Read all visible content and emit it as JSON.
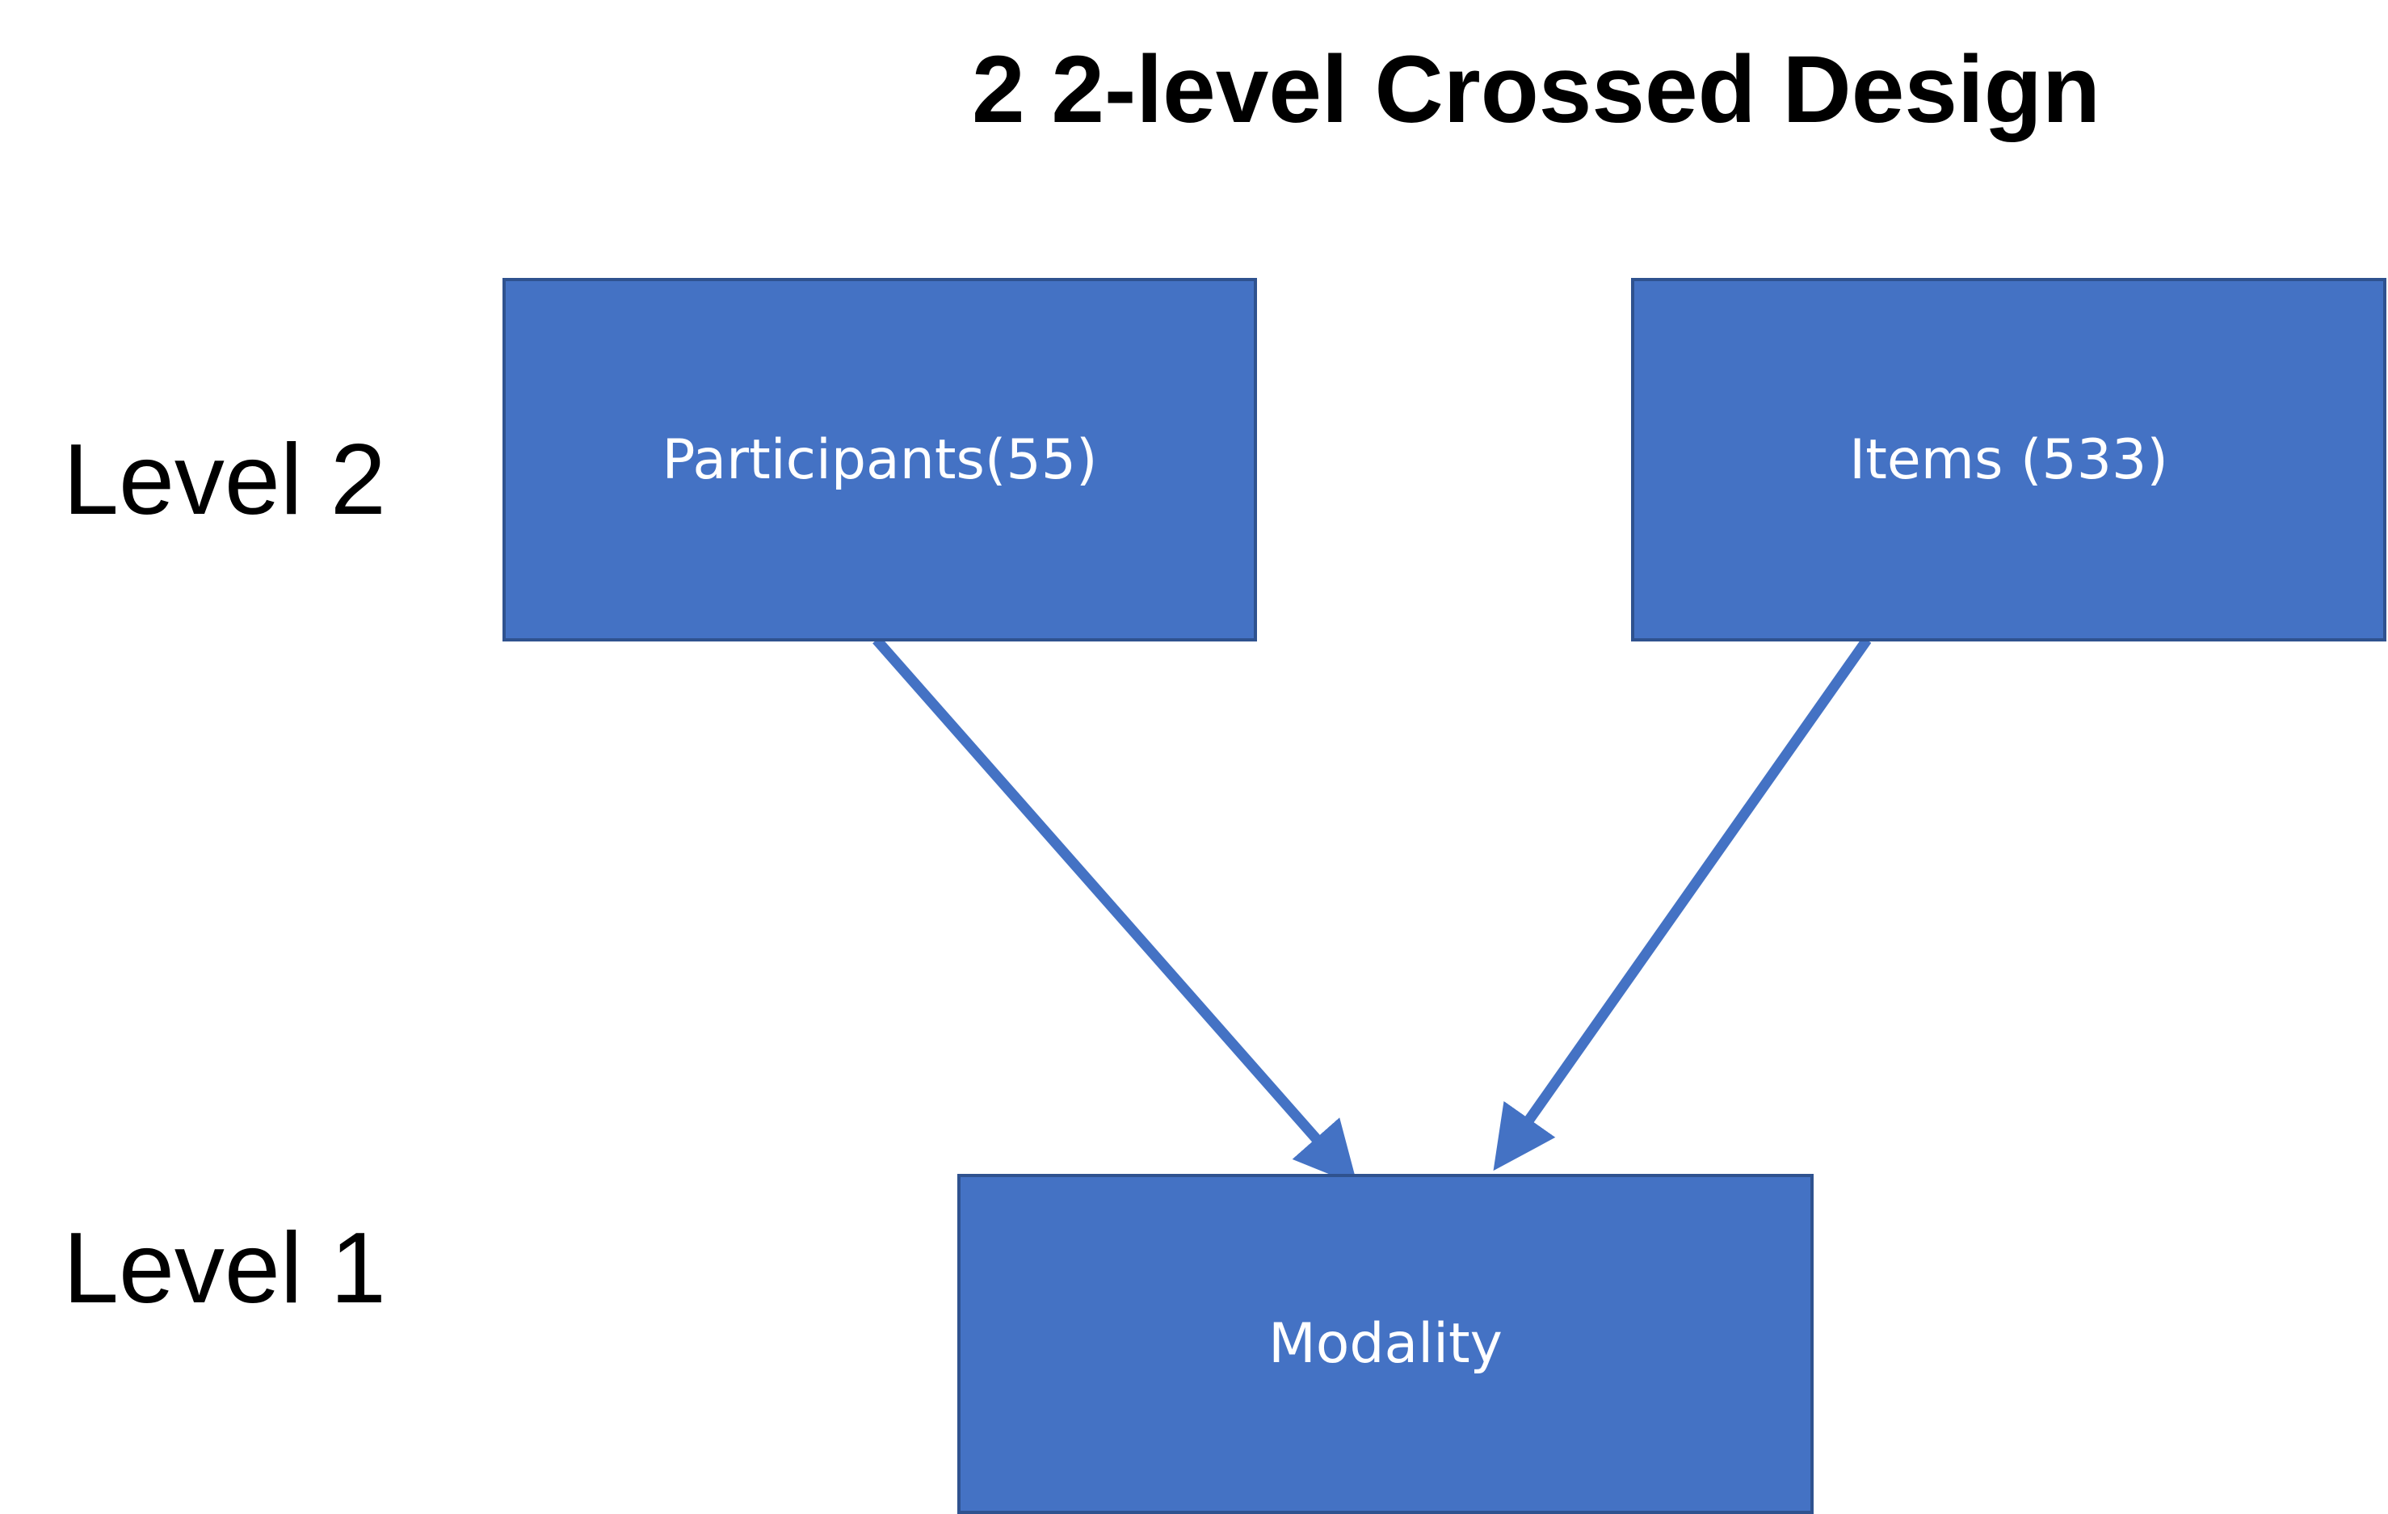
{
  "title": "2 2-level Crossed Design",
  "levels": {
    "level2": "Level 2",
    "level1": "Level 1"
  },
  "nodes": {
    "participants": "Participants(55)",
    "items": "Items (533)",
    "modality": "Modality"
  },
  "edges": [
    {
      "from": "participants",
      "to": "modality"
    },
    {
      "from": "items",
      "to": "modality"
    }
  ],
  "colors": {
    "box_fill": "#4472C4",
    "box_border": "#2F528F",
    "arrow": "#4472C4",
    "text_on_box": "#ffffff"
  }
}
